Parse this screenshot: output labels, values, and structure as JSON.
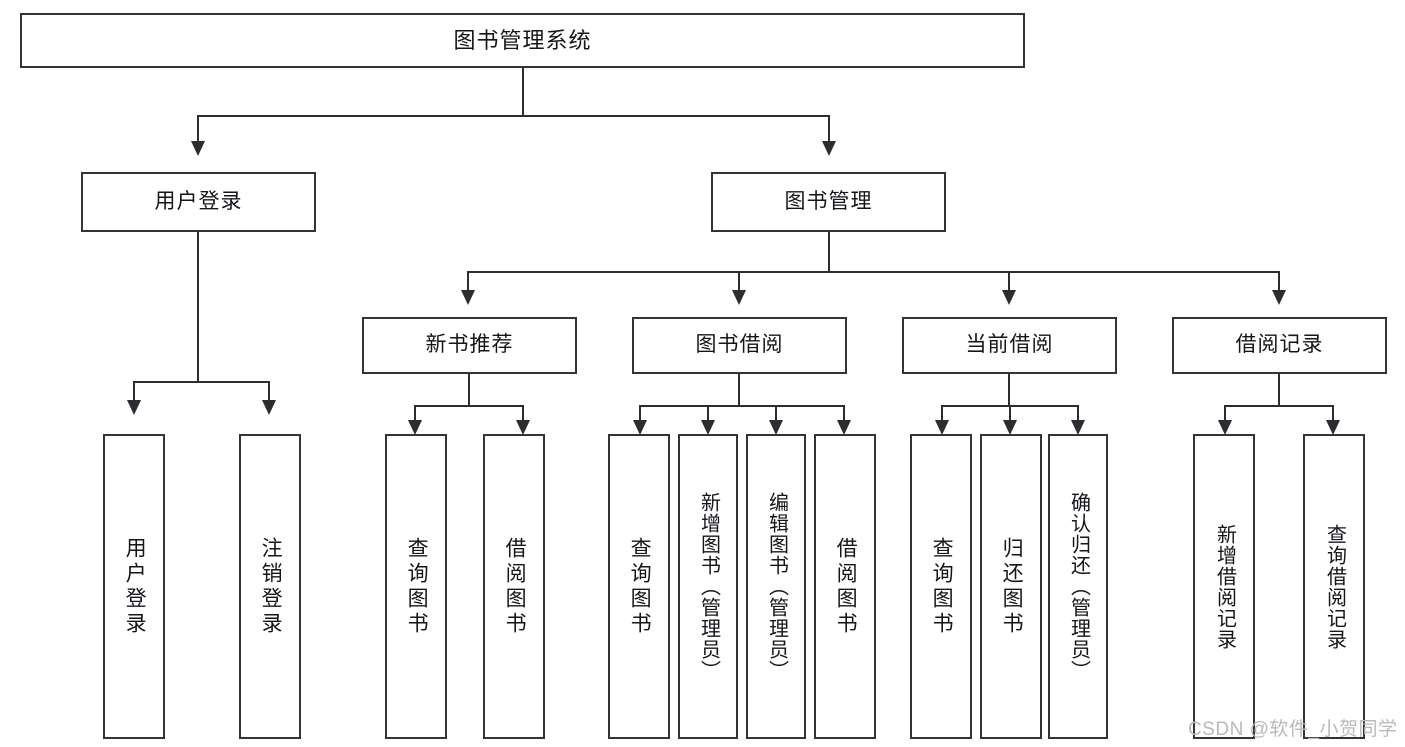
{
  "diagram": {
    "title": "图书管理系统",
    "root": {
      "label": "图书管理系统"
    },
    "level2": [
      {
        "label": "用户登录"
      },
      {
        "label": "图书管理"
      }
    ],
    "level3": [
      {
        "label": "新书推荐"
      },
      {
        "label": "图书借阅"
      },
      {
        "label": "当前借阅"
      },
      {
        "label": "借阅记录"
      }
    ],
    "leaves": {
      "user_login": [
        {
          "label": "用户登录"
        },
        {
          "label": "注销登录"
        }
      ],
      "new_book_recommend": [
        {
          "label": "查询图书"
        },
        {
          "label": "借阅图书"
        }
      ],
      "book_borrow": [
        {
          "label": "查询图书"
        },
        {
          "label": "新增图书（管理员）"
        },
        {
          "label": "编辑图书（管理员）"
        },
        {
          "label": "借阅图书"
        }
      ],
      "current_borrow": [
        {
          "label": "查询图书"
        },
        {
          "label": "归还图书"
        },
        {
          "label": "确认归还（管理员）"
        }
      ],
      "borrow_record": [
        {
          "label": "新增借阅记录"
        },
        {
          "label": "查询借阅记录"
        }
      ]
    }
  },
  "watermark": {
    "text": "CSDN @软件_小贺同学"
  },
  "colors": {
    "border": "#33333a",
    "line": "#2c2c31",
    "text": "#14161a",
    "background": "#ffffff",
    "watermark": "#b9b9bb"
  }
}
